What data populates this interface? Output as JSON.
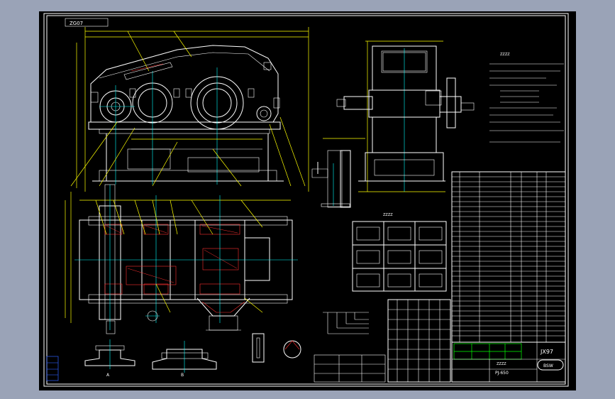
{
  "drawing": {
    "top_left_code": "ZG07",
    "sheet_code": "JX97",
    "title_block_name": "PJ-650",
    "title_block_label": "ZZZZ",
    "logo_text": "BSW",
    "section_labels": [
      "A",
      "B"
    ],
    "tech_notes_title": "ZZZZ",
    "gear_table_title": "ZZZZ"
  },
  "colors": {
    "background_outer": "#9aa3b7",
    "canvas": "#000000",
    "lines": "#ffffff",
    "dims": "#ffff00",
    "hatch": "#ff3030",
    "center": "#00ffff",
    "blue_stamp": "#3060ff",
    "green_block": "#00ff00"
  }
}
